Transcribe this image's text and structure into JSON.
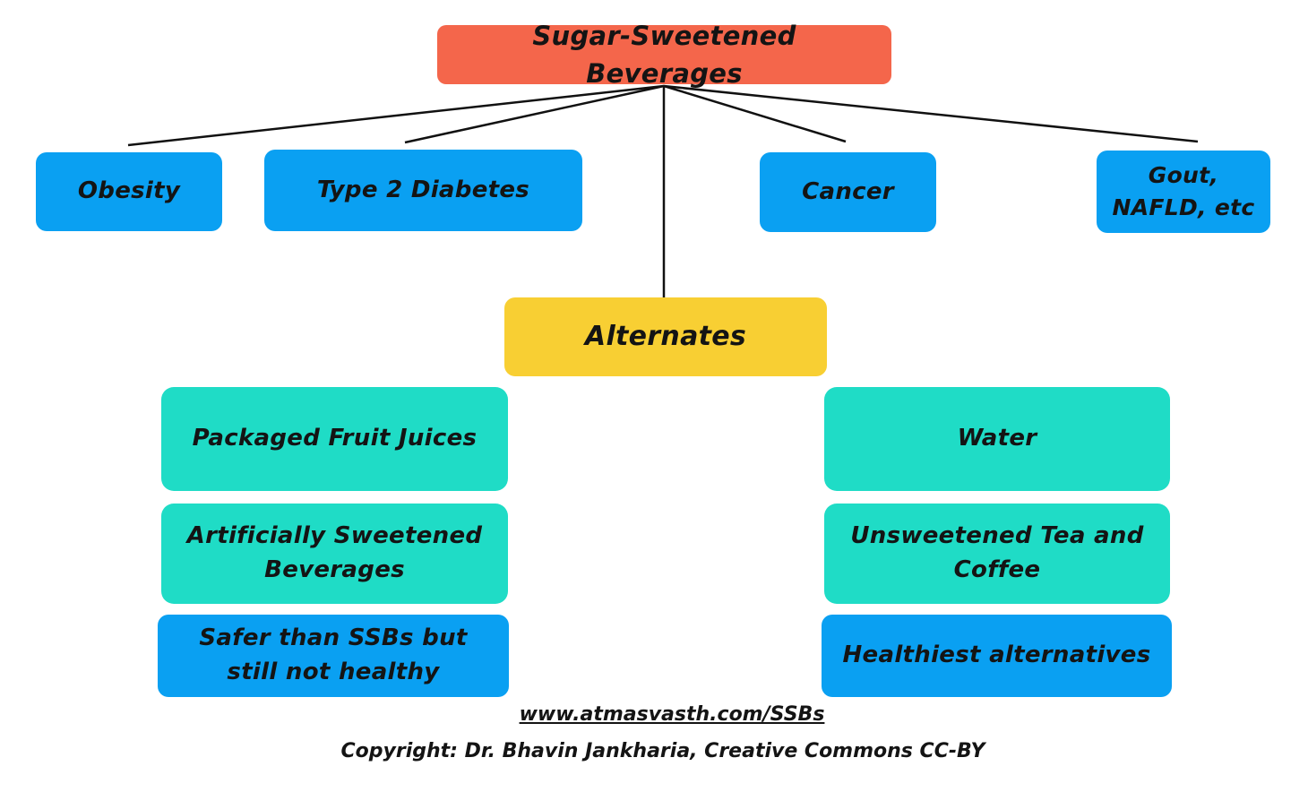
{
  "root": {
    "label": "Sugar-Sweetened Beverages"
  },
  "harms": [
    {
      "label": "Obesity"
    },
    {
      "label": "Type 2 Diabetes"
    },
    {
      "label": "Cancer"
    },
    {
      "label": "Gout,\nNAFLD, etc"
    }
  ],
  "alternates": {
    "label": "Alternates",
    "left": [
      {
        "label": "Packaged Fruit Juices"
      },
      {
        "label": "Artificially Sweetened Beverages"
      },
      {
        "label": "Safer than SSBs but still not healthy"
      }
    ],
    "right": [
      {
        "label": "Water"
      },
      {
        "label": "Unsweetened Tea and Coffee"
      },
      {
        "label": "Healthiest alternatives"
      }
    ]
  },
  "footer": {
    "link": "www.atmasvasth.com/SSBs",
    "copyright": "Copyright: Dr. Bhavin Jankharia, Creative Commons CC-BY"
  },
  "colors": {
    "root_box": "#f4664b",
    "harm_box": "#0aa0f2",
    "alternates_box": "#f8cf33",
    "alternate_item_box": "#1fdcc6",
    "verdict_box": "#0aa0f2",
    "line": "#111111",
    "text": "#141414",
    "background": "#ffffff"
  }
}
